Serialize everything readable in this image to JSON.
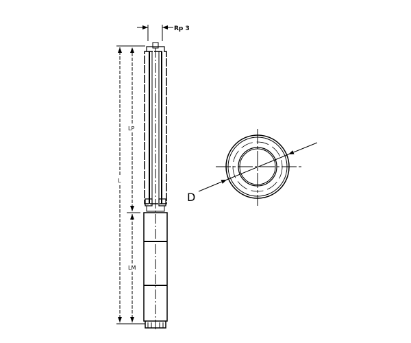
{
  "labels": {
    "outlet": "Rp 3",
    "overall_length": "L",
    "pump_length": "LP",
    "motor_length": "LM",
    "diameter": "D"
  },
  "colors": {
    "line": "#000000",
    "background": "#ffffff"
  }
}
